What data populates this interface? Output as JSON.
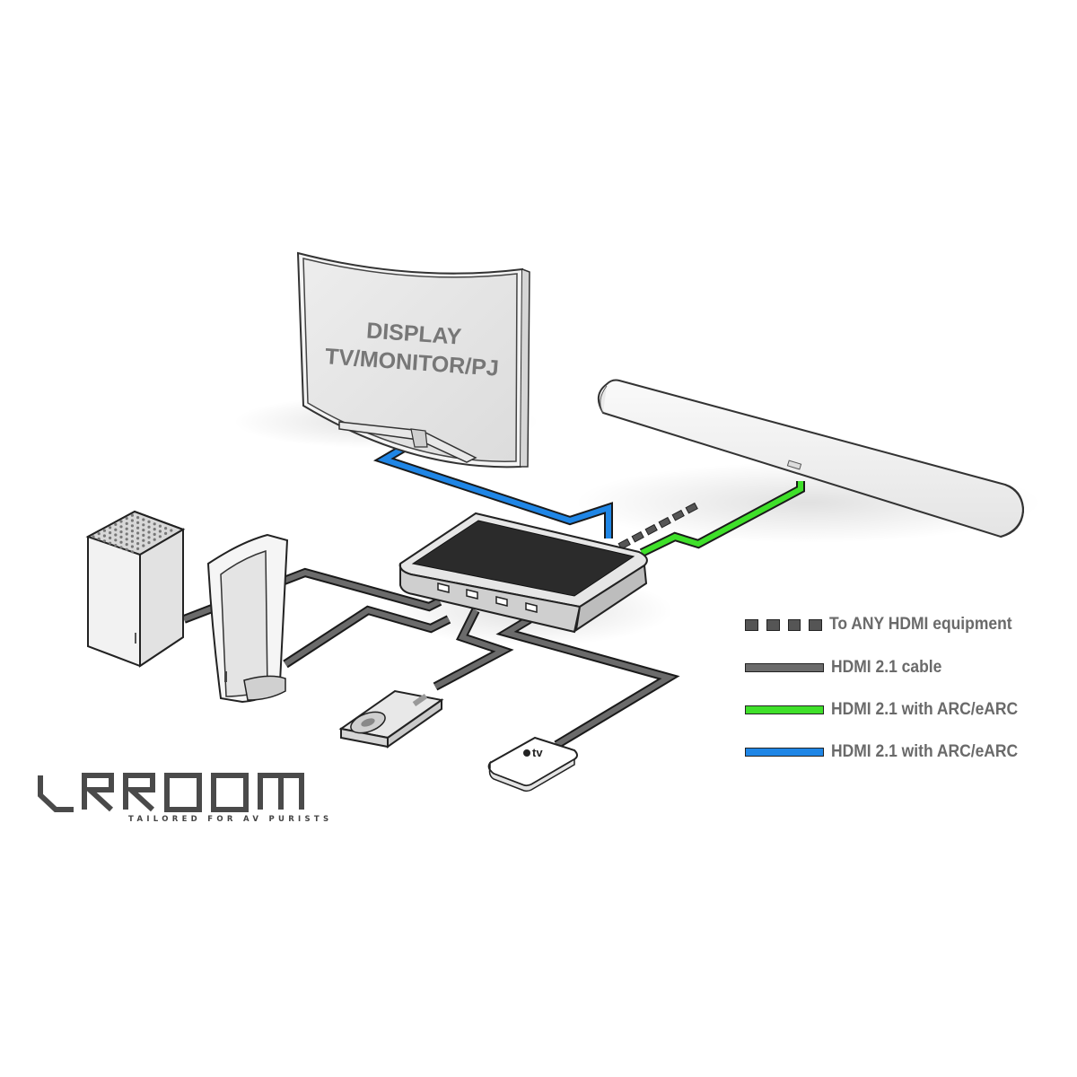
{
  "display": {
    "line1": "DISPLAY",
    "line2": "TV/MONITOR/PJ"
  },
  "legend": [
    {
      "style": "dashed",
      "color": "#555555",
      "label": "To ANY HDMI equipment"
    },
    {
      "style": "solid",
      "color": "#6b6b6b",
      "label": "HDMI 2.1 cable"
    },
    {
      "style": "solid",
      "color": "#3fe02a",
      "label": "HDMI 2.1 with ARC/eARC"
    },
    {
      "style": "solid",
      "color": "#1f86e6",
      "label": "HDMI 2.1 with ARC/eARC"
    }
  ],
  "brand": {
    "logo": "VRROOM",
    "tagline": "TAILORED FOR AV PURISTS"
  },
  "apple_tv_label": "tv",
  "colors": {
    "cable_gray": "#6b6b6b",
    "cable_green": "#3fe02a",
    "cable_blue": "#1f86e6",
    "device_body": "#f2f2f2",
    "switch_top": "#2b2b2b"
  }
}
